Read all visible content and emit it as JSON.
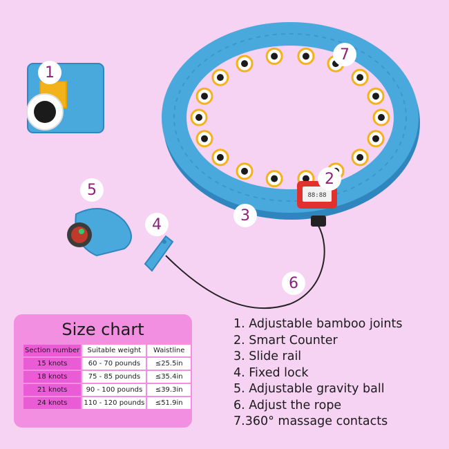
{
  "badges": [
    "1",
    "2",
    "3",
    "4",
    "5",
    "6",
    "7"
  ],
  "size_chart": {
    "title": "Size chart",
    "headers": [
      "Section number",
      "Suitable weight",
      "Waistline"
    ],
    "rows": [
      [
        "15 knots",
        "60 - 70 pounds",
        "≤25.5in"
      ],
      [
        "18 knots",
        "75 - 85 pounds",
        "≤35.4in"
      ],
      [
        "21 knots",
        "90 - 100 pounds",
        "≤39.3in"
      ],
      [
        "24 knots",
        "110 - 120 pounds",
        "≤51.9in"
      ]
    ]
  },
  "features": [
    "1. Adjustable bamboo joints",
    "2. Smart Counter",
    "3. Slide rail",
    "4. Fixed lock",
    "5. Adjustable gravity ball",
    "6. Adjust the rope",
    "7.360° massage contacts"
  ],
  "counter_display": "88:88",
  "colors": {
    "background": "#f6d2f3",
    "hoop_blue": "#4aa9dc",
    "chart_pink": "#f28fe0",
    "accent_purple": "#8d1f7b"
  }
}
